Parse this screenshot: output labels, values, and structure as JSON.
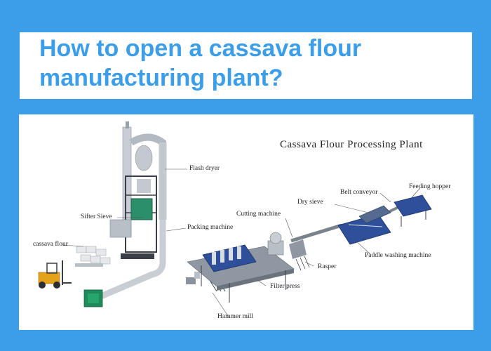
{
  "headline": "How to open a cassava flour manufacturing plant?",
  "diagram": {
    "title": "Cassava Flour Processing Plant",
    "labels": {
      "flash_dryer": "Flash dryer",
      "sifter_sieve": "Sifter Sieve",
      "packing_machine": "Packing machine",
      "cassava_flour": "cassava flour",
      "cutting_machine": "Cutting machine",
      "dry_sieve": "Dry sieve",
      "belt_conveyor": "Belt conveyor",
      "feeding_hopper": "Feeding hopper",
      "paddle_washing_machine": "Paddle washing machine",
      "rasper": "Rasper",
      "filter_press": "Filter press",
      "hammer_mill": "Hammer mill"
    }
  },
  "colors": {
    "background": "#3c9ee8",
    "headline": "#3c9ee8",
    "machine_blue": "#2e4f9a",
    "steel": "#b9c0c8",
    "forklift": "#e3a21a",
    "fan_green": "#1f8a5a"
  }
}
